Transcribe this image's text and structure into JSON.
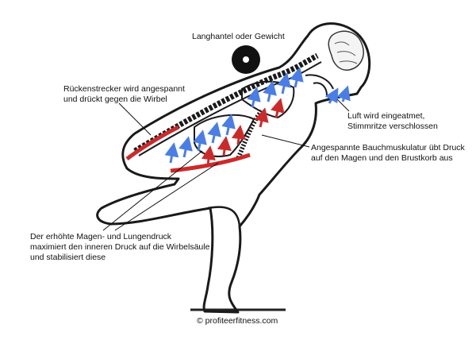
{
  "labels": {
    "weight": "Langhantel oder Gewicht",
    "erector_spinae": [
      "Rückenstrecker wird angespannt",
      "und drückt gegen die Wirbel"
    ],
    "air": [
      "Luft wird eingeatmet,",
      "Stimmritze verschlossen"
    ],
    "abdominals": [
      "Angespannte Bauchmuskulatur übt Druck",
      "auf den Magen und den Brustkorb aus"
    ],
    "pressure": [
      "Der erhöhte Magen- und Lungendruck",
      "maximiert den inneren Druck auf die Wirbelsäule",
      "und stabilisiert diese"
    ],
    "copyright": "© profiteerfitness.com"
  },
  "colors": {
    "outline": "#1a1a1a",
    "blue_arrows": "#4a7ee6",
    "red_arrows": "#cc2a2a",
    "weight_disc": "#111111"
  }
}
